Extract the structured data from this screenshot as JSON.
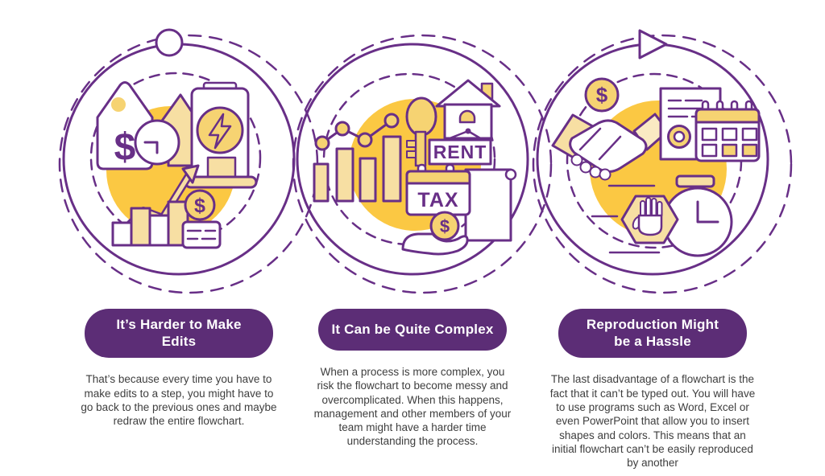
{
  "colors": {
    "purple": "#682f87",
    "badge_purple": "#5c2d76",
    "yellow": "#fbc843",
    "yellow_light": "#f7dfa3",
    "coin_yellow": "#f6d372",
    "body_text": "#3e3e3e",
    "background": "#ffffff"
  },
  "labels": {
    "rent": "RENT",
    "tax": "TAX",
    "dollar": "$"
  },
  "panels": [
    {
      "title": "It’s Harder to Make Edits",
      "body": "That’s because every time you have to make edits to a step, you might have to go back to the previous ones and maybe redraw the entire flowchart.",
      "icons": [
        "price-tag-dollar",
        "up-arrow",
        "clock",
        "energy-building",
        "growth-arrow",
        "bar-chart",
        "dollar-coin-stack",
        "start-circle-marker"
      ]
    },
    {
      "title": "It Can be Quite Complex",
      "body": "When a process is more complex, you risk the flowchart to become messy and overcomplicated. When this happens, management and other members of your team might have a harder time understanding the process.",
      "icons": [
        "line-chart",
        "bar-chart",
        "key",
        "house-rent-sign",
        "tax-calendar",
        "document-scroll",
        "hand-coin"
      ]
    },
    {
      "title": "Reproduction Might be a Hassle",
      "body": "The last disadvantage of a flowchart is the fact that it can’t be typed out. You will have to use programs such as Word, Excel or even PowerPoint that allow you to insert shapes and colors. This means that an initial flowchart can’t be easily reproduced by another",
      "icons": [
        "dollar-coin",
        "handshake",
        "invoice-document",
        "calendar",
        "stop-hand-hexagon",
        "stopwatch",
        "play-triangle-marker"
      ]
    }
  ]
}
